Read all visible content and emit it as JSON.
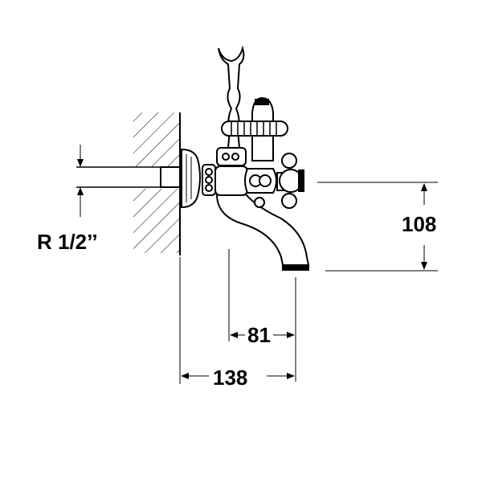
{
  "drawing": {
    "thread_label": "R 1/2’’",
    "dim_height": "108",
    "dim_spout_reach": "81",
    "dim_total_projection": "138"
  }
}
